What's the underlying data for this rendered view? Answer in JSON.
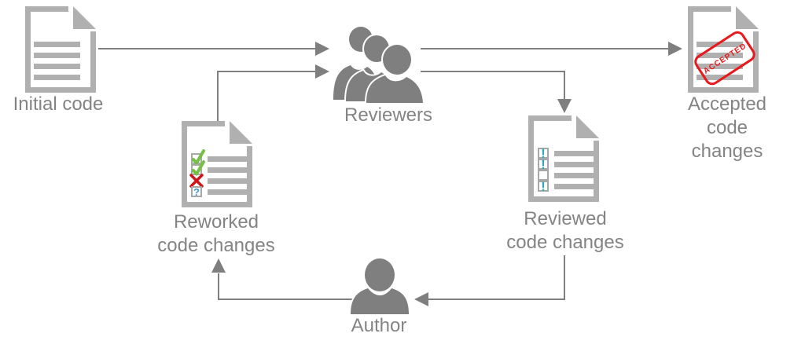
{
  "nodes": {
    "initial_code": {
      "label": "Initial code"
    },
    "reviewers": {
      "label": "Reviewers"
    },
    "accepted_code_changes": {
      "label": "Accepted code\nchanges"
    },
    "reviewed_code_changes": {
      "label": "Reviewed\ncode changes",
      "rows": [
        {
          "mark": "exclaim"
        },
        {
          "mark": "exclaim"
        },
        {
          "mark": "none"
        },
        {
          "mark": "exclaim"
        }
      ]
    },
    "reworked_code_changes": {
      "label": "Reworked\ncode changes",
      "rows": [
        {
          "mark": "check"
        },
        {
          "mark": "check"
        },
        {
          "mark": "cross"
        },
        {
          "mark": "question"
        }
      ]
    },
    "author": {
      "label": "Author"
    }
  },
  "stamp": {
    "text": "ACCEPTED"
  },
  "icon_glyphs": {
    "exclaim": "!",
    "question": "?"
  },
  "edges": [
    {
      "from": "initial_code",
      "to": "reviewers"
    },
    {
      "from": "reviewers",
      "to": "accepted_code_changes"
    },
    {
      "from": "reviewers",
      "to": "reviewed_code_changes"
    },
    {
      "from": "reviewed_code_changes",
      "to": "author"
    },
    {
      "from": "author",
      "to": "reworked_code_changes"
    },
    {
      "from": "reworked_code_changes",
      "to": "reviewers"
    }
  ],
  "colors": {
    "background": "#ffffff",
    "line_gray": "#7f7f7f",
    "text_gray": "#848484",
    "icon_gray": "#b0b0b0",
    "box_gray": "#a8a8a8",
    "check_green": "#76c043",
    "cross_red": "#d11216",
    "question_blue": "#3a9ad1",
    "exclaim_teal": "#2aa9bc",
    "stamp_red": "#e8191d"
  }
}
